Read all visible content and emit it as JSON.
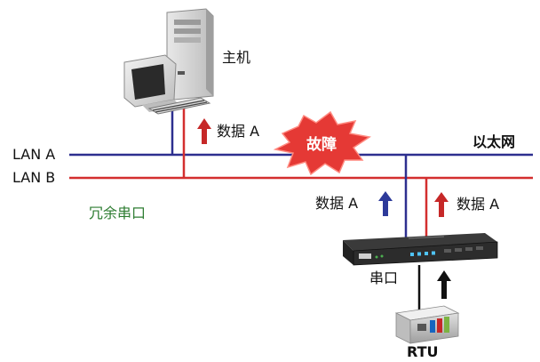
{
  "host_label": "主机",
  "lan_a_label": "LAN A",
  "lan_b_label": "LAN B",
  "ethernet_label": "以太网",
  "fault_label": "故障",
  "redundant_serial_label": "冗余串口",
  "data_a_host": "数据 A",
  "data_a_blue": "数据 A",
  "data_a_red": "数据 A",
  "serial_label": "串口",
  "rtu_label": "RTU",
  "colors": {
    "lan_a": "#2d2f8f",
    "lan_b": "#d32f2f",
    "arrow_blue": "#2d3a9a",
    "arrow_red": "#c62828",
    "fault_fill": "#e53935",
    "text_green": "#2e7d32"
  }
}
